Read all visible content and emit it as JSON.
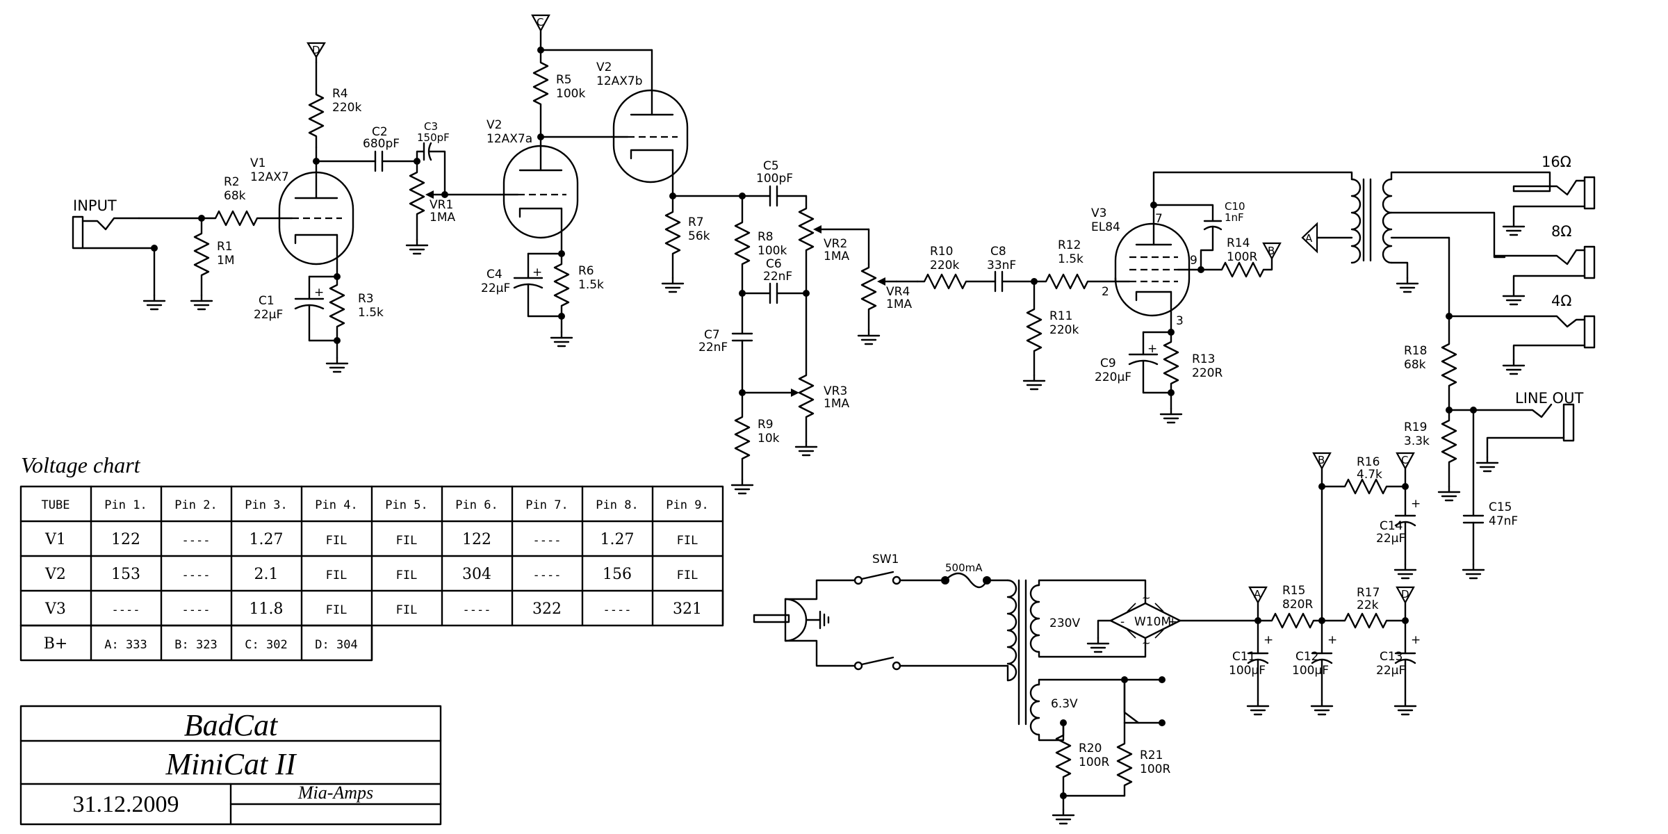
{
  "inputs": {
    "input": "INPUT",
    "line_out": "LINE OUT"
  },
  "speaker_taps": [
    "16Ω",
    "8Ω",
    "4Ω"
  ],
  "rails": [
    "A",
    "B",
    "C",
    "D"
  ],
  "tubes": [
    {
      "ref": "V1",
      "type": "12AX7"
    },
    {
      "ref": "V2",
      "type": "12AX7a"
    },
    {
      "ref": "V2",
      "type": "12AX7b"
    },
    {
      "ref": "V3",
      "type": "EL84"
    }
  ],
  "tube_pins": [
    "7",
    "9",
    "2",
    "3"
  ],
  "resistors": [
    {
      "ref": "R1",
      "value": "1M"
    },
    {
      "ref": "R2",
      "value": "68k"
    },
    {
      "ref": "R3",
      "value": "1.5k"
    },
    {
      "ref": "R4",
      "value": "220k"
    },
    {
      "ref": "R5",
      "value": "100k"
    },
    {
      "ref": "R6",
      "value": "1.5k"
    },
    {
      "ref": "R7",
      "value": "56k"
    },
    {
      "ref": "R8",
      "value": "100k"
    },
    {
      "ref": "R9",
      "value": "10k"
    },
    {
      "ref": "R10",
      "value": "220k"
    },
    {
      "ref": "R11",
      "value": "220k"
    },
    {
      "ref": "R12",
      "value": "1.5k"
    },
    {
      "ref": "R13",
      "value": "220R"
    },
    {
      "ref": "R14",
      "value": "100R"
    },
    {
      "ref": "R15",
      "value": "820R"
    },
    {
      "ref": "R16",
      "value": "4.7k"
    },
    {
      "ref": "R17",
      "value": "22k"
    },
    {
      "ref": "R18",
      "value": "68k"
    },
    {
      "ref": "R19",
      "value": "3.3k"
    },
    {
      "ref": "R20",
      "value": "100R"
    },
    {
      "ref": "R21",
      "value": "100R"
    }
  ],
  "capacitors": [
    {
      "ref": "C1",
      "value": "22µF"
    },
    {
      "ref": "C2",
      "value": "680pF"
    },
    {
      "ref": "C3",
      "value": "150pF"
    },
    {
      "ref": "C4",
      "value": "22µF"
    },
    {
      "ref": "C5",
      "value": "100pF"
    },
    {
      "ref": "C6",
      "value": "22nF"
    },
    {
      "ref": "C7",
      "value": "22nF"
    },
    {
      "ref": "C8",
      "value": "33nF"
    },
    {
      "ref": "C9",
      "value": "220µF"
    },
    {
      "ref": "C10",
      "value": "1nF"
    },
    {
      "ref": "C11",
      "value": "100µF"
    },
    {
      "ref": "C12",
      "value": "100µF"
    },
    {
      "ref": "C13",
      "value": "22µF"
    },
    {
      "ref": "C14",
      "value": "22µF"
    },
    {
      "ref": "C15",
      "value": "47nF"
    }
  ],
  "pots": [
    {
      "ref": "VR1",
      "value": "1MA"
    },
    {
      "ref": "VR2",
      "value": "1MA"
    },
    {
      "ref": "VR3",
      "value": "1MA"
    },
    {
      "ref": "VR4",
      "value": "1MA"
    }
  ],
  "power": {
    "switch": "SW1",
    "fuse": "500mA",
    "primary": "230V",
    "heater": "6.3V",
    "rectifier": "W10M",
    "rect_plus": "+",
    "rect_minus": "-",
    "tilde": "~"
  },
  "voltage_chart": {
    "title": "Voltage chart",
    "headers": [
      "TUBE",
      "Pin 1.",
      "Pin 2.",
      "Pin 3.",
      "Pin 4.",
      "Pin 5.",
      "Pin 6.",
      "Pin 7.",
      "Pin 8.",
      "Pin 9."
    ],
    "rows": [
      [
        "V1",
        "122",
        "----",
        "1.27",
        "FIL",
        "FIL",
        "122",
        "----",
        "1.27",
        "FIL"
      ],
      [
        "V2",
        "153",
        "----",
        "2.1",
        "FIL",
        "FIL",
        "304",
        "----",
        "156",
        "FIL"
      ],
      [
        "V3",
        "----",
        "----",
        "11.8",
        "FIL",
        "FIL",
        "----",
        "322",
        "----",
        "321"
      ]
    ],
    "bplus_label": "B+",
    "bplus": [
      "A: 333",
      "B: 323",
      "C: 302",
      "D: 304"
    ]
  },
  "title_block": {
    "line1": "BadCat",
    "line2": "MiniCat II",
    "date": "31.12.2009",
    "author": "Mia-Amps"
  }
}
